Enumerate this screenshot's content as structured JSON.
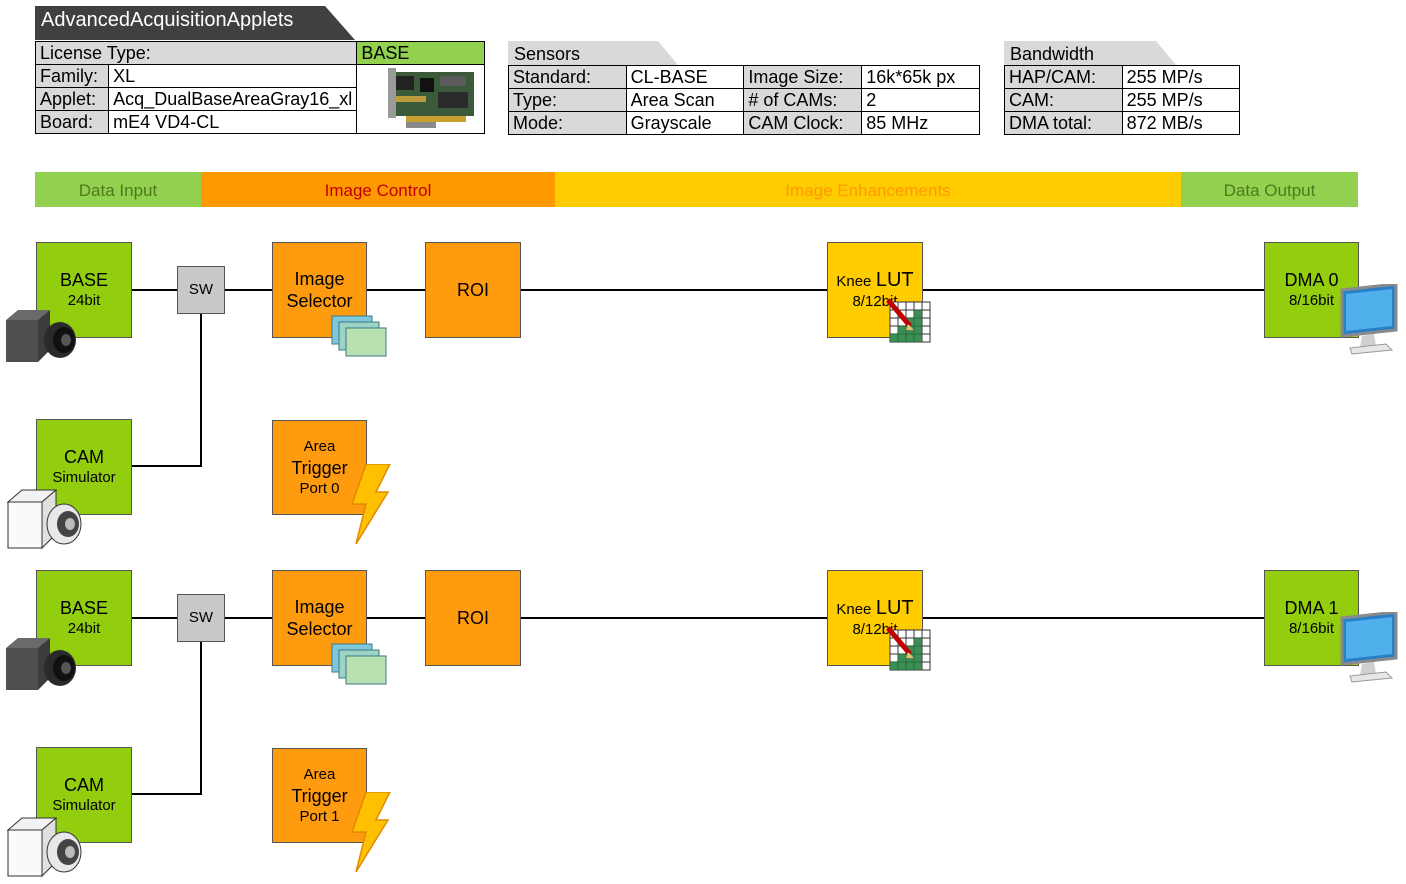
{
  "app_title": "AdvancedAcquisitionApplets",
  "license": {
    "type_label": "License Type:",
    "type_value": "BASE",
    "family_label": "Family:",
    "family_value": "XL",
    "applet_label": "Applet:",
    "applet_value": "Acq_DualBaseAreaGray16_xl",
    "board_label": "Board:",
    "board_value": "mE4 VD4-CL"
  },
  "sensors": {
    "heading": "Sensors",
    "standard_label": "Standard:",
    "standard_value": "CL-BASE",
    "type_label": "Type:",
    "type_value": "Area Scan",
    "mode_label": "Mode:",
    "mode_value": "Grayscale",
    "image_size_label": "Image Size:",
    "image_size_value": "16k*65k px",
    "cams_label": "# of CAMs:",
    "cams_value": "2",
    "clock_label": "CAM Clock:",
    "clock_value": "85 MHz"
  },
  "bandwidth": {
    "heading": "Bandwidth",
    "hap_label": "HAP/CAM:",
    "hap_value": "255 MP/s",
    "cam_label": "CAM:",
    "cam_value": "255 MP/s",
    "dma_label": "DMA total:",
    "dma_value": "872 MB/s"
  },
  "stages": {
    "input": "Data Input",
    "control": "Image Control",
    "enhance": "Image Enhancements",
    "output": "Data Output"
  },
  "colors": {
    "green": "#92cd0e",
    "orange": "#ff9b0f",
    "yellow": "#ffcc00",
    "gray": "#c8c8c8",
    "stage_green": "#92d050",
    "stage_orange": "#ff9900",
    "stage_yellow": "#ffcc00"
  },
  "pipeline0": {
    "base_l1": "BASE",
    "base_l2": "24bit",
    "sim_l1": "CAM",
    "sim_l2": "Simulator",
    "sw": "SW",
    "sel_l1": "Image",
    "sel_l2": "Selector",
    "roi": "ROI",
    "lut_knee": "Knee",
    "lut_lut": "LUT",
    "lut_bits": "8/12bit",
    "dma_l1": "DMA 0",
    "dma_l2": "8/16bit",
    "trig_l1": "Area",
    "trig_l2": "Trigger",
    "trig_l3": "Port 0"
  },
  "pipeline1": {
    "base_l1": "BASE",
    "base_l2": "24bit",
    "sim_l1": "CAM",
    "sim_l2": "Simulator",
    "sw": "SW",
    "sel_l1": "Image",
    "sel_l2": "Selector",
    "roi": "ROI",
    "lut_knee": "Knee",
    "lut_lut": "LUT",
    "lut_bits": "8/12bit",
    "dma_l1": "DMA 1",
    "dma_l2": "8/16bit",
    "trig_l1": "Area",
    "trig_l2": "Trigger",
    "trig_l3": "Port 1"
  }
}
